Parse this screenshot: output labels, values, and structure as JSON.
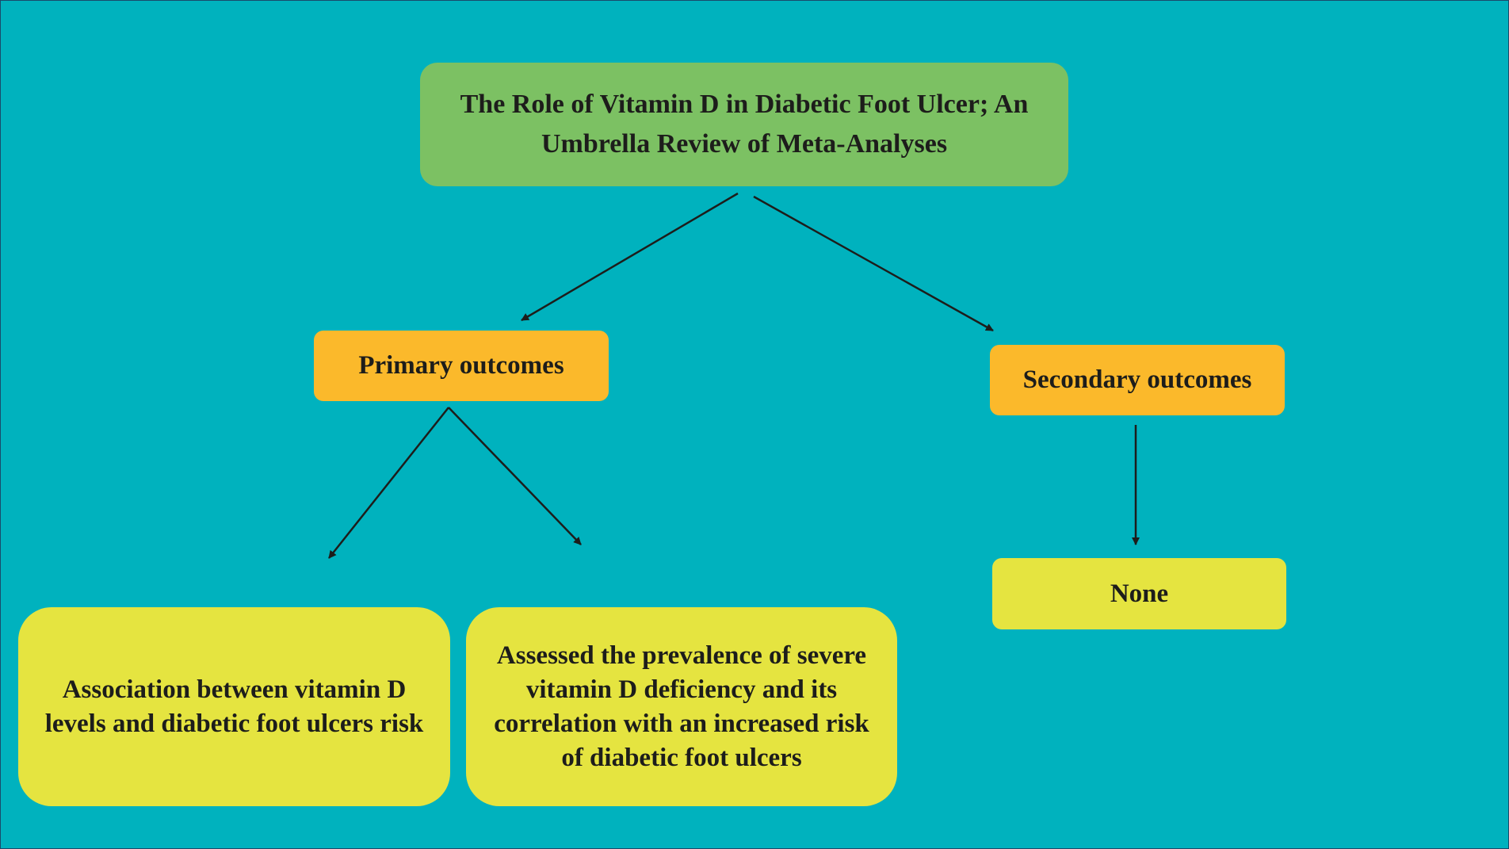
{
  "diagram": {
    "title": "The Role of Vitamin D in Diabetic Foot Ulcer; An Umbrella Review of Meta-Analyses",
    "primary": {
      "label": "Primary outcomes",
      "children": [
        "Association between vitamin D levels and diabetic foot ulcers risk",
        "Assessed the prevalence of severe vitamin D deficiency and its correlation with an increased risk of diabetic foot ulcers"
      ]
    },
    "secondary": {
      "label": "Secondary outcomes",
      "children": [
        "None"
      ]
    }
  },
  "colors": {
    "background": "#00b2be",
    "title_box": "#7cc163",
    "outcome_box": "#fbb92b",
    "detail_box": "#e5e440",
    "text": "#1d1d1b",
    "arrow": "#1d1d1b"
  }
}
